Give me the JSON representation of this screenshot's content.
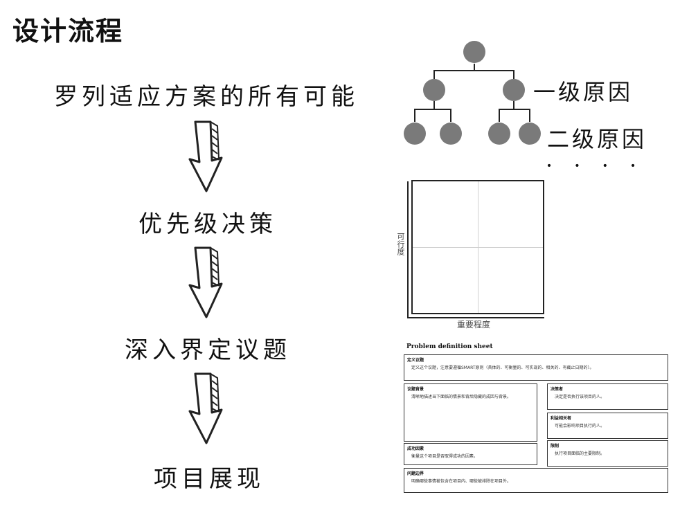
{
  "title": "设计流程",
  "steps": {
    "s1": "罗列适应方案的所有可能",
    "s2": "优先级决策",
    "s3": "深入界定议题",
    "s4": "项目展现"
  },
  "tree": {
    "level1_label": "一级原因",
    "level2_label": "二级原因",
    "ellipsis": "· · · ·",
    "node_color": "#7a7a7a"
  },
  "matrix": {
    "y_label": "可行度",
    "x_label": "重要程度"
  },
  "sheet": {
    "title": "Problem definition sheet",
    "definition": {
      "heading": "定义议题",
      "text": "定义这个议题，注意要遵循SMART原则（具体的、可衡量的、可实现的、相关的、有截止日期的）。"
    },
    "background": {
      "heading": "议题背景",
      "text": "清晰地描述当下面临的情景和背后隐藏的成因与背景。"
    },
    "decision_maker": {
      "heading": "决策者",
      "text": "决定是否执行该项目的人。"
    },
    "stakeholders": {
      "heading": "利益相关者",
      "text": "可能会影响项目执行的人。"
    },
    "success": {
      "heading": "成功因素",
      "text": "衡量这个项目是否取得成功的因素。"
    },
    "limits": {
      "heading": "限制",
      "text": "执行项目面临的主要限制。"
    },
    "boundary": {
      "heading": "问题边界",
      "text": "明确哪些事情被包含在项目内、哪些被排除在项目外。"
    }
  }
}
